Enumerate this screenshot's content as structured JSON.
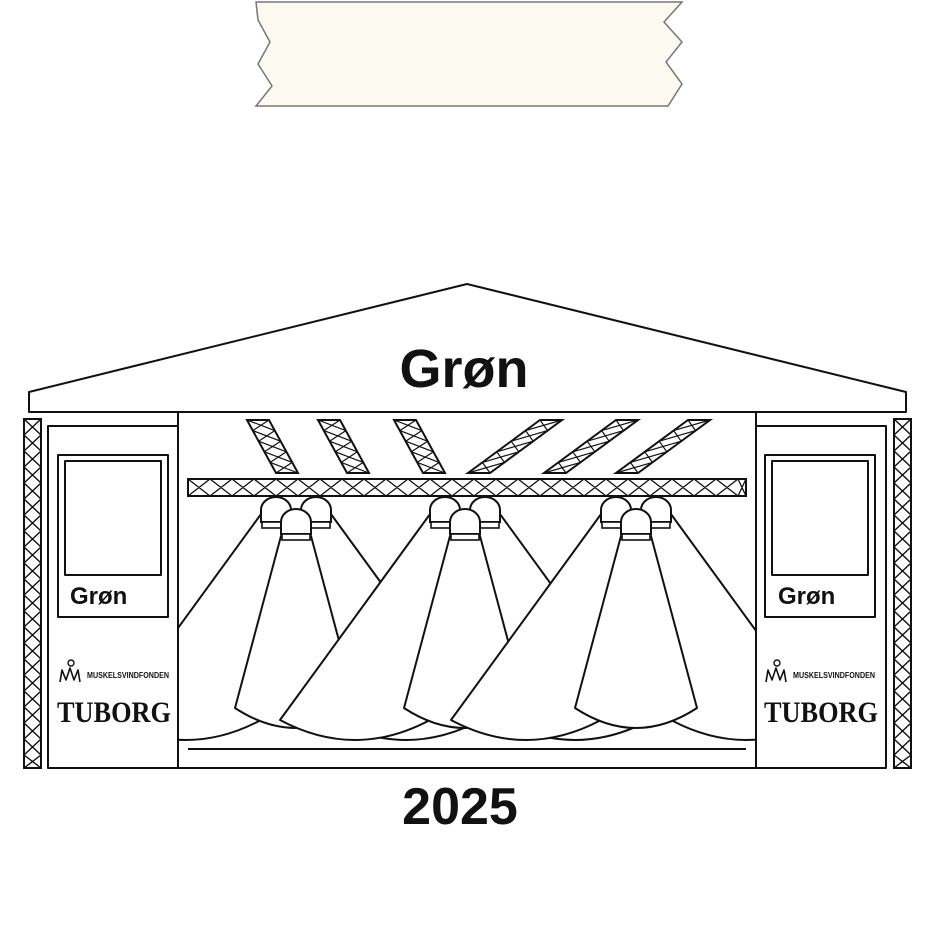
{
  "tape": {
    "color": "#fbf9f0"
  },
  "stage": {
    "roof_title": "Grøn",
    "year": "2025"
  },
  "left_tower": {
    "screen_label": "Grøn",
    "sponsor_small": "MUSKELSVINDFONDEN",
    "sponsor_big": "TUBORG"
  },
  "right_tower": {
    "screen_label": "Grøn",
    "sponsor_small": "MUSKELSVINDFONDEN",
    "sponsor_big": "TUBORG"
  },
  "colors": {
    "ink": "#111111",
    "paper": "#ffffff"
  },
  "icons": [
    "muskelsvindfonden-logo-icon",
    "stage-light-icon",
    "truss-icon"
  ]
}
